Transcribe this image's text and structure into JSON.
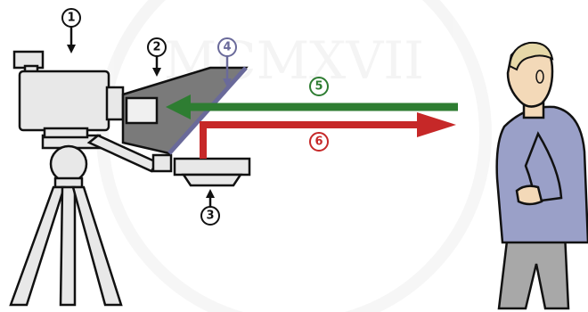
{
  "callouts": {
    "c1": "1",
    "c2": "2",
    "c3": "3",
    "c4": "4",
    "c5": "5",
    "c6": "6"
  },
  "colors": {
    "green_arrow": "#2e7d32",
    "red_arrow": "#c62828",
    "glass": "#6a6a9a",
    "hood": "#7a7a7a",
    "shirt": "#9aa0c8",
    "trousers": "#a8a8a8",
    "skin": "#f3d9b8",
    "hair": "#e6d8a8",
    "watermark": "#ececec"
  },
  "watermark": {
    "text": "MCMXVII"
  }
}
